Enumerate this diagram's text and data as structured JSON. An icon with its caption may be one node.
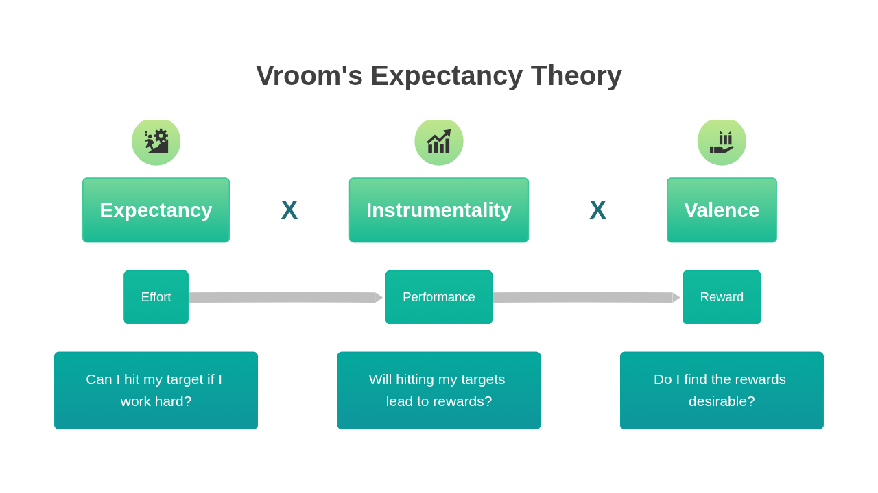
{
  "diagram": {
    "title": "Vroom's Expectancy Theory",
    "nodes": [
      {
        "text": [],
        "shape": "circle"
      },
      {
        "text": [
          "Expectancy"
        ]
      },
      {
        "text": [
          "Effort"
        ]
      },
      {
        "text": [
          "Can I hit my target if I work hard?"
        ]
      },
      {
        "text": [],
        "shape": "circle"
      },
      {
        "text": [
          "Instrumentality"
        ]
      },
      {
        "text": [
          "Performance"
        ]
      },
      {
        "text": [
          "Will hitting my targets lead to rewards?"
        ]
      },
      {
        "text": [],
        "shape": "circle"
      },
      {
        "text": [
          "Valence"
        ]
      },
      {
        "text": [
          "Reward"
        ]
      },
      {
        "text": [
          "Do I find the rewards desirable?"
        ]
      }
    ],
    "edges": [
      {
        "from": 2,
        "to": 6,
        "arrow": "to"
      },
      {
        "from": 6,
        "to": 10,
        "arrow": "to"
      }
    ],
    "labels": [
      "X",
      "X"
    ]
  }
}
